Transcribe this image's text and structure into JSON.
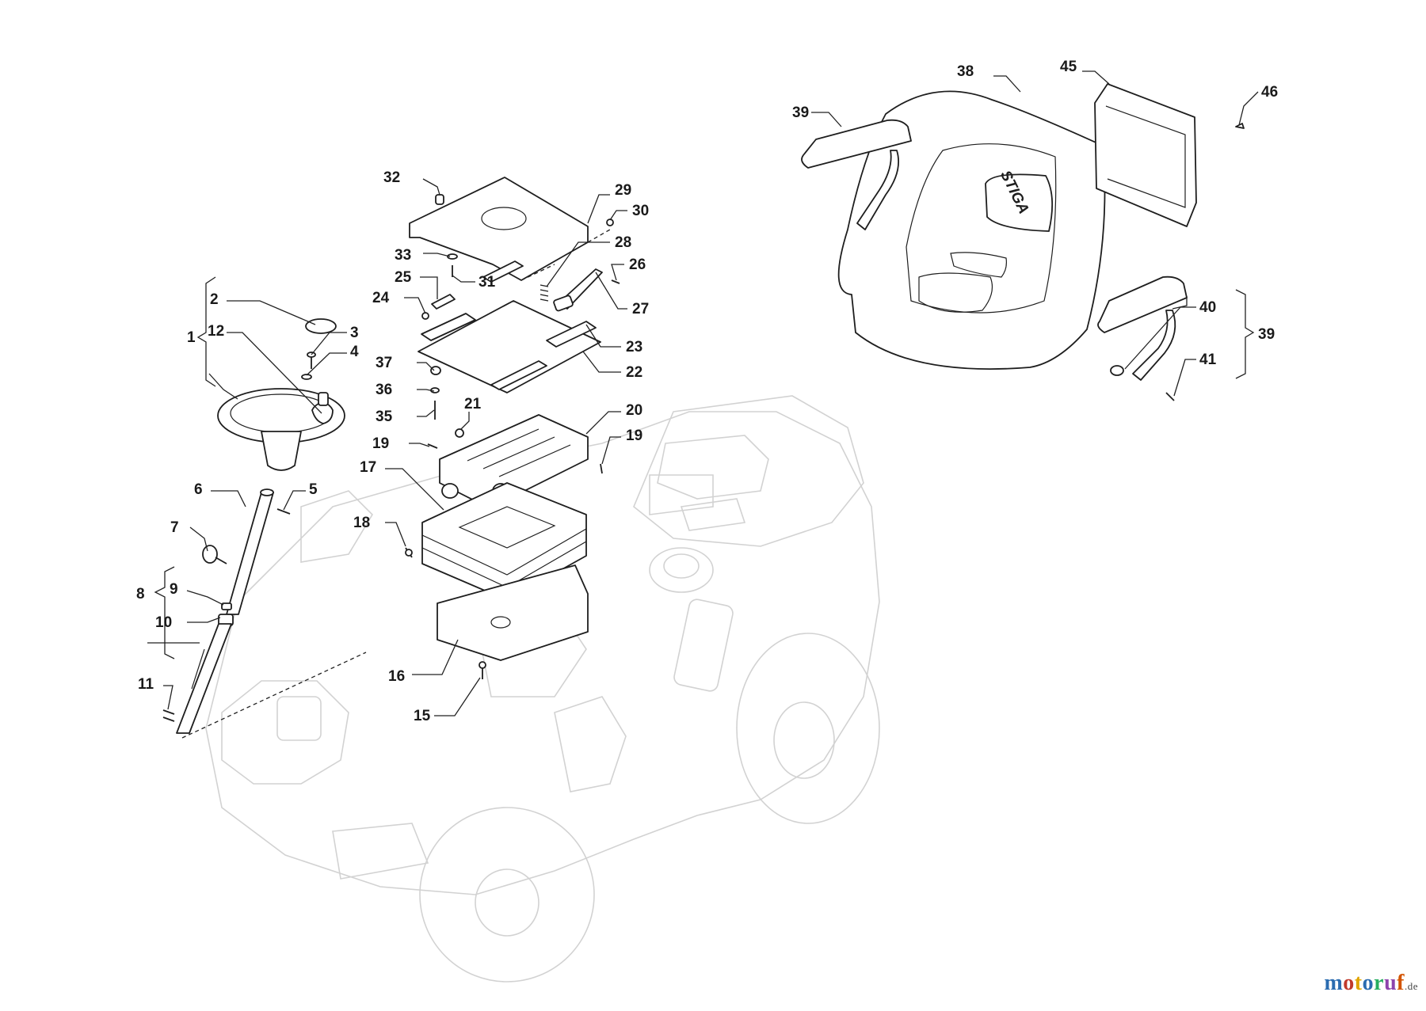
{
  "diagram": {
    "brand_mark": "STIGA",
    "watermark": {
      "text": "motoruf",
      "tld": ".de",
      "colors": [
        "#2b6cb0",
        "#c0392b",
        "#e0a400",
        "#2b6cb0",
        "#27ae60",
        "#8e44ad",
        "#d35400"
      ]
    },
    "callouts": [
      {
        "id": "1",
        "label": "1"
      },
      {
        "id": "2",
        "label": "2"
      },
      {
        "id": "3",
        "label": "3"
      },
      {
        "id": "4",
        "label": "4"
      },
      {
        "id": "5",
        "label": "5"
      },
      {
        "id": "6",
        "label": "6"
      },
      {
        "id": "7",
        "label": "7"
      },
      {
        "id": "8",
        "label": "8"
      },
      {
        "id": "9",
        "label": "9"
      },
      {
        "id": "10",
        "label": "10"
      },
      {
        "id": "11",
        "label": "11"
      },
      {
        "id": "12",
        "label": "12"
      },
      {
        "id": "15",
        "label": "15"
      },
      {
        "id": "16",
        "label": "16"
      },
      {
        "id": "17",
        "label": "17"
      },
      {
        "id": "18",
        "label": "18"
      },
      {
        "id": "19a",
        "label": "19"
      },
      {
        "id": "19b",
        "label": "19"
      },
      {
        "id": "20",
        "label": "20"
      },
      {
        "id": "21",
        "label": "21"
      },
      {
        "id": "22",
        "label": "22"
      },
      {
        "id": "23",
        "label": "23"
      },
      {
        "id": "24",
        "label": "24"
      },
      {
        "id": "25",
        "label": "25"
      },
      {
        "id": "26",
        "label": "26"
      },
      {
        "id": "27",
        "label": "27"
      },
      {
        "id": "28",
        "label": "28"
      },
      {
        "id": "29",
        "label": "29"
      },
      {
        "id": "30",
        "label": "30"
      },
      {
        "id": "31",
        "label": "31"
      },
      {
        "id": "32",
        "label": "32"
      },
      {
        "id": "33",
        "label": "33"
      },
      {
        "id": "35",
        "label": "35"
      },
      {
        "id": "36",
        "label": "36"
      },
      {
        "id": "37",
        "label": "37"
      },
      {
        "id": "38",
        "label": "38"
      },
      {
        "id": "39a",
        "label": "39"
      },
      {
        "id": "39b",
        "label": "39"
      },
      {
        "id": "40",
        "label": "40"
      },
      {
        "id": "41",
        "label": "41"
      },
      {
        "id": "45",
        "label": "45"
      },
      {
        "id": "46",
        "label": "46"
      }
    ]
  }
}
